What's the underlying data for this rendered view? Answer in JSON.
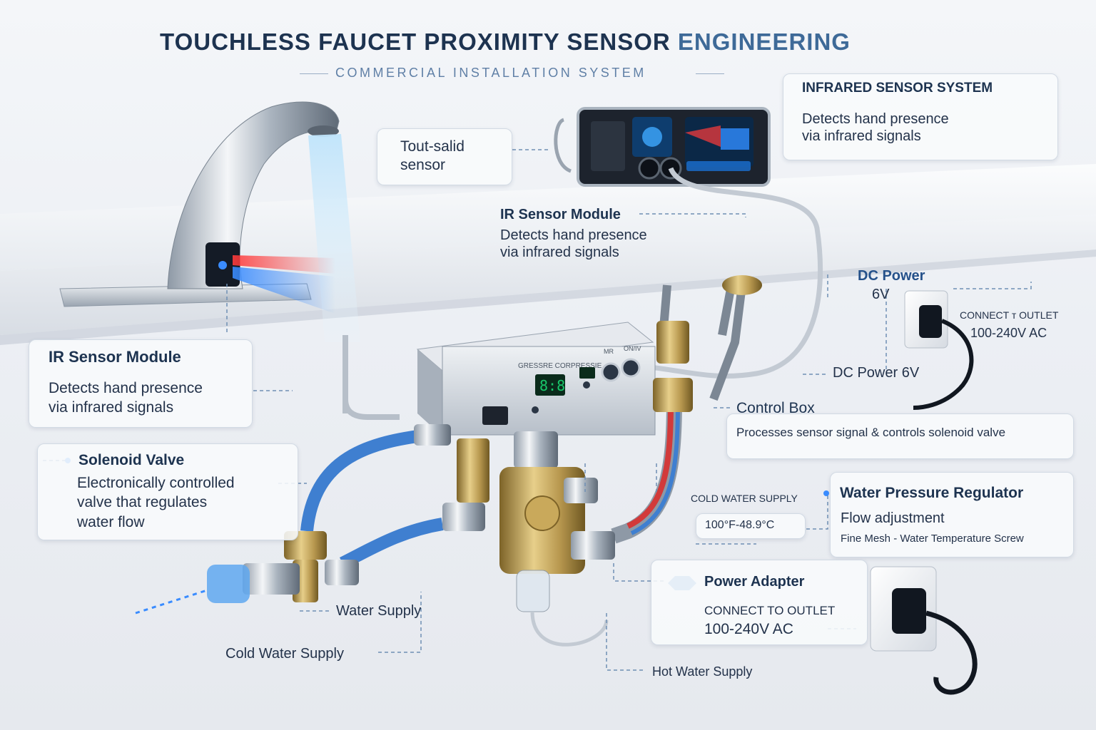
{
  "header": {
    "title_main": "TOUCHLESS FAUCET PROXIMITY SENSOR",
    "title_accent": "ENGINEERING",
    "subtitle": "COMMERCIAL INSTALLATION SYSTEM"
  },
  "device_labels": {
    "control_box_brand": "GRESSRE CORPRESSIE",
    "control_box_display": "8:8",
    "sensor_module_label_1": "MR",
    "sensor_module_label_2": "ON/IV"
  },
  "callouts": {
    "top_sensor": {
      "title": "Tout-salid",
      "subtitle": "sensor"
    },
    "infrared_system": {
      "title": "INFRARED SENSOR SYSTEM",
      "line1": "Detects hand presence",
      "line2": "via infrared signals"
    },
    "ir_module_center": {
      "title": "IR Sensor Module",
      "line1": "Detects hand presence",
      "line2": "via infrared signals"
    },
    "ir_module_left": {
      "title": "IR Sensor Module",
      "line1": "Detects hand presence",
      "line2": "via infrared signals"
    },
    "dc_power_top": {
      "title": "DC Power",
      "value": "6V"
    },
    "outlet_top": {
      "title": "CONNECT ᴛ OUTLET",
      "value": "100-240V AC"
    },
    "dc_power_mid": {
      "text": "DC Power 6V"
    },
    "control_box": {
      "title": "Control Box",
      "desc": "Processes sensor signal & controls solenoid valve"
    },
    "solenoid": {
      "title": "Solenoid Valve",
      "line1": "Electronically controlled",
      "line2": "valve that regulates",
      "line3": "water flow"
    },
    "cold_water_right": {
      "title": "COLD WATER SUPPLY",
      "temp": "100°F-48.9°C"
    },
    "pressure_regulator": {
      "title": "Water Pressure Regulator",
      "line1": "Flow adjustment",
      "line2": "Fine Mesh - Water Temperature Screw"
    },
    "power_adapter": {
      "title": "Power Adapter",
      "line1": "CONNECT TO OUTLET",
      "line2": "100-240V AC"
    },
    "water_supply": {
      "text": "Water Supply"
    },
    "cold_water_bottom": {
      "text": "Cold Water Supply"
    },
    "hot_water": {
      "text": "Hot Water Supply"
    }
  },
  "colors": {
    "title": "#1d3350",
    "accent": "#3e6a98",
    "cold_pipe": "#3f7fd0",
    "hot_pipe": "#d23a3a",
    "brass": "#b8984f",
    "chrome": "#b9c2cc",
    "display": "#19c66a"
  }
}
